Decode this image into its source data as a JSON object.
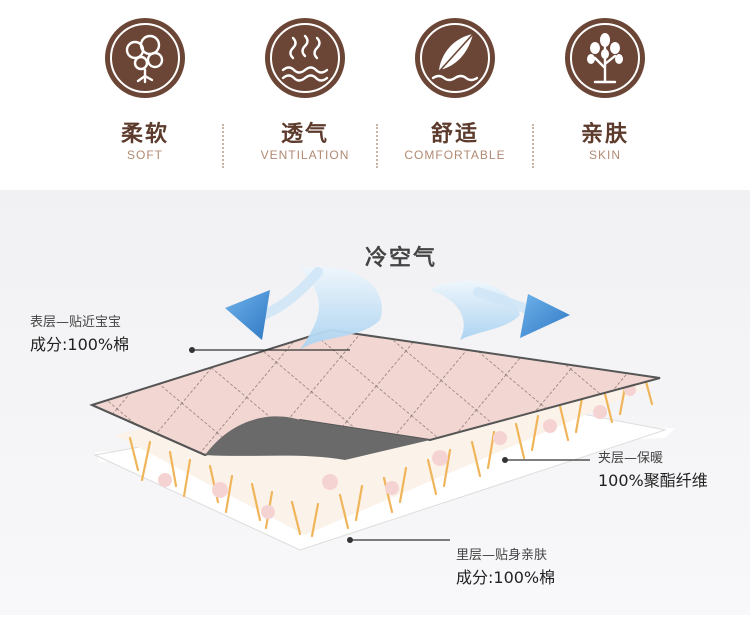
{
  "features": [
    {
      "cn": "柔软",
      "en": "SOFT",
      "icon": "cotton-icon"
    },
    {
      "cn": "透气",
      "en": "VENTILATION",
      "icon": "airflow-icon"
    },
    {
      "cn": "舒适",
      "en": "COMFORTABLE",
      "icon": "feather-icon"
    },
    {
      "cn": "亲肤",
      "en": "SKIN",
      "icon": "tree-icon"
    }
  ],
  "diagram": {
    "cold_air_label": "冷空气",
    "top_layer": {
      "line1": "表层—贴近宝宝",
      "line2": "成分:100%棉"
    },
    "middle_layer": {
      "line1": "夹层—保暖",
      "line2": "100%聚酯纤维"
    },
    "bottom_layer": {
      "line1": "里层—贴身亲肤",
      "line2": "成分:100%棉"
    }
  },
  "colors": {
    "brown": "#6b4636",
    "pink": "#f1d6d1",
    "grey_fill": "#6a6a6a",
    "arrow_blue": "#4a90d9",
    "fiber": "#f0b55a"
  }
}
